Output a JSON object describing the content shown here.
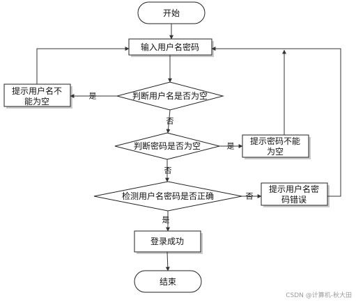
{
  "nodes": {
    "start": "开始",
    "input": "输入用户名密码",
    "check_username": "判断用户名是否为空",
    "username_empty_msg": [
      "提示用户名不",
      "能为空"
    ],
    "check_password": "判断密码是否为空",
    "password_empty_msg": [
      "提示密码不能",
      "为空"
    ],
    "validate": "检测用户名密码是否正确",
    "credentials_error_msg": [
      "提示用户名密",
      "码错误"
    ],
    "success": "登录成功",
    "end": "结束"
  },
  "edges": {
    "yes": "是",
    "no": "否"
  },
  "watermark": "CSDN @计算机-秋大田"
}
